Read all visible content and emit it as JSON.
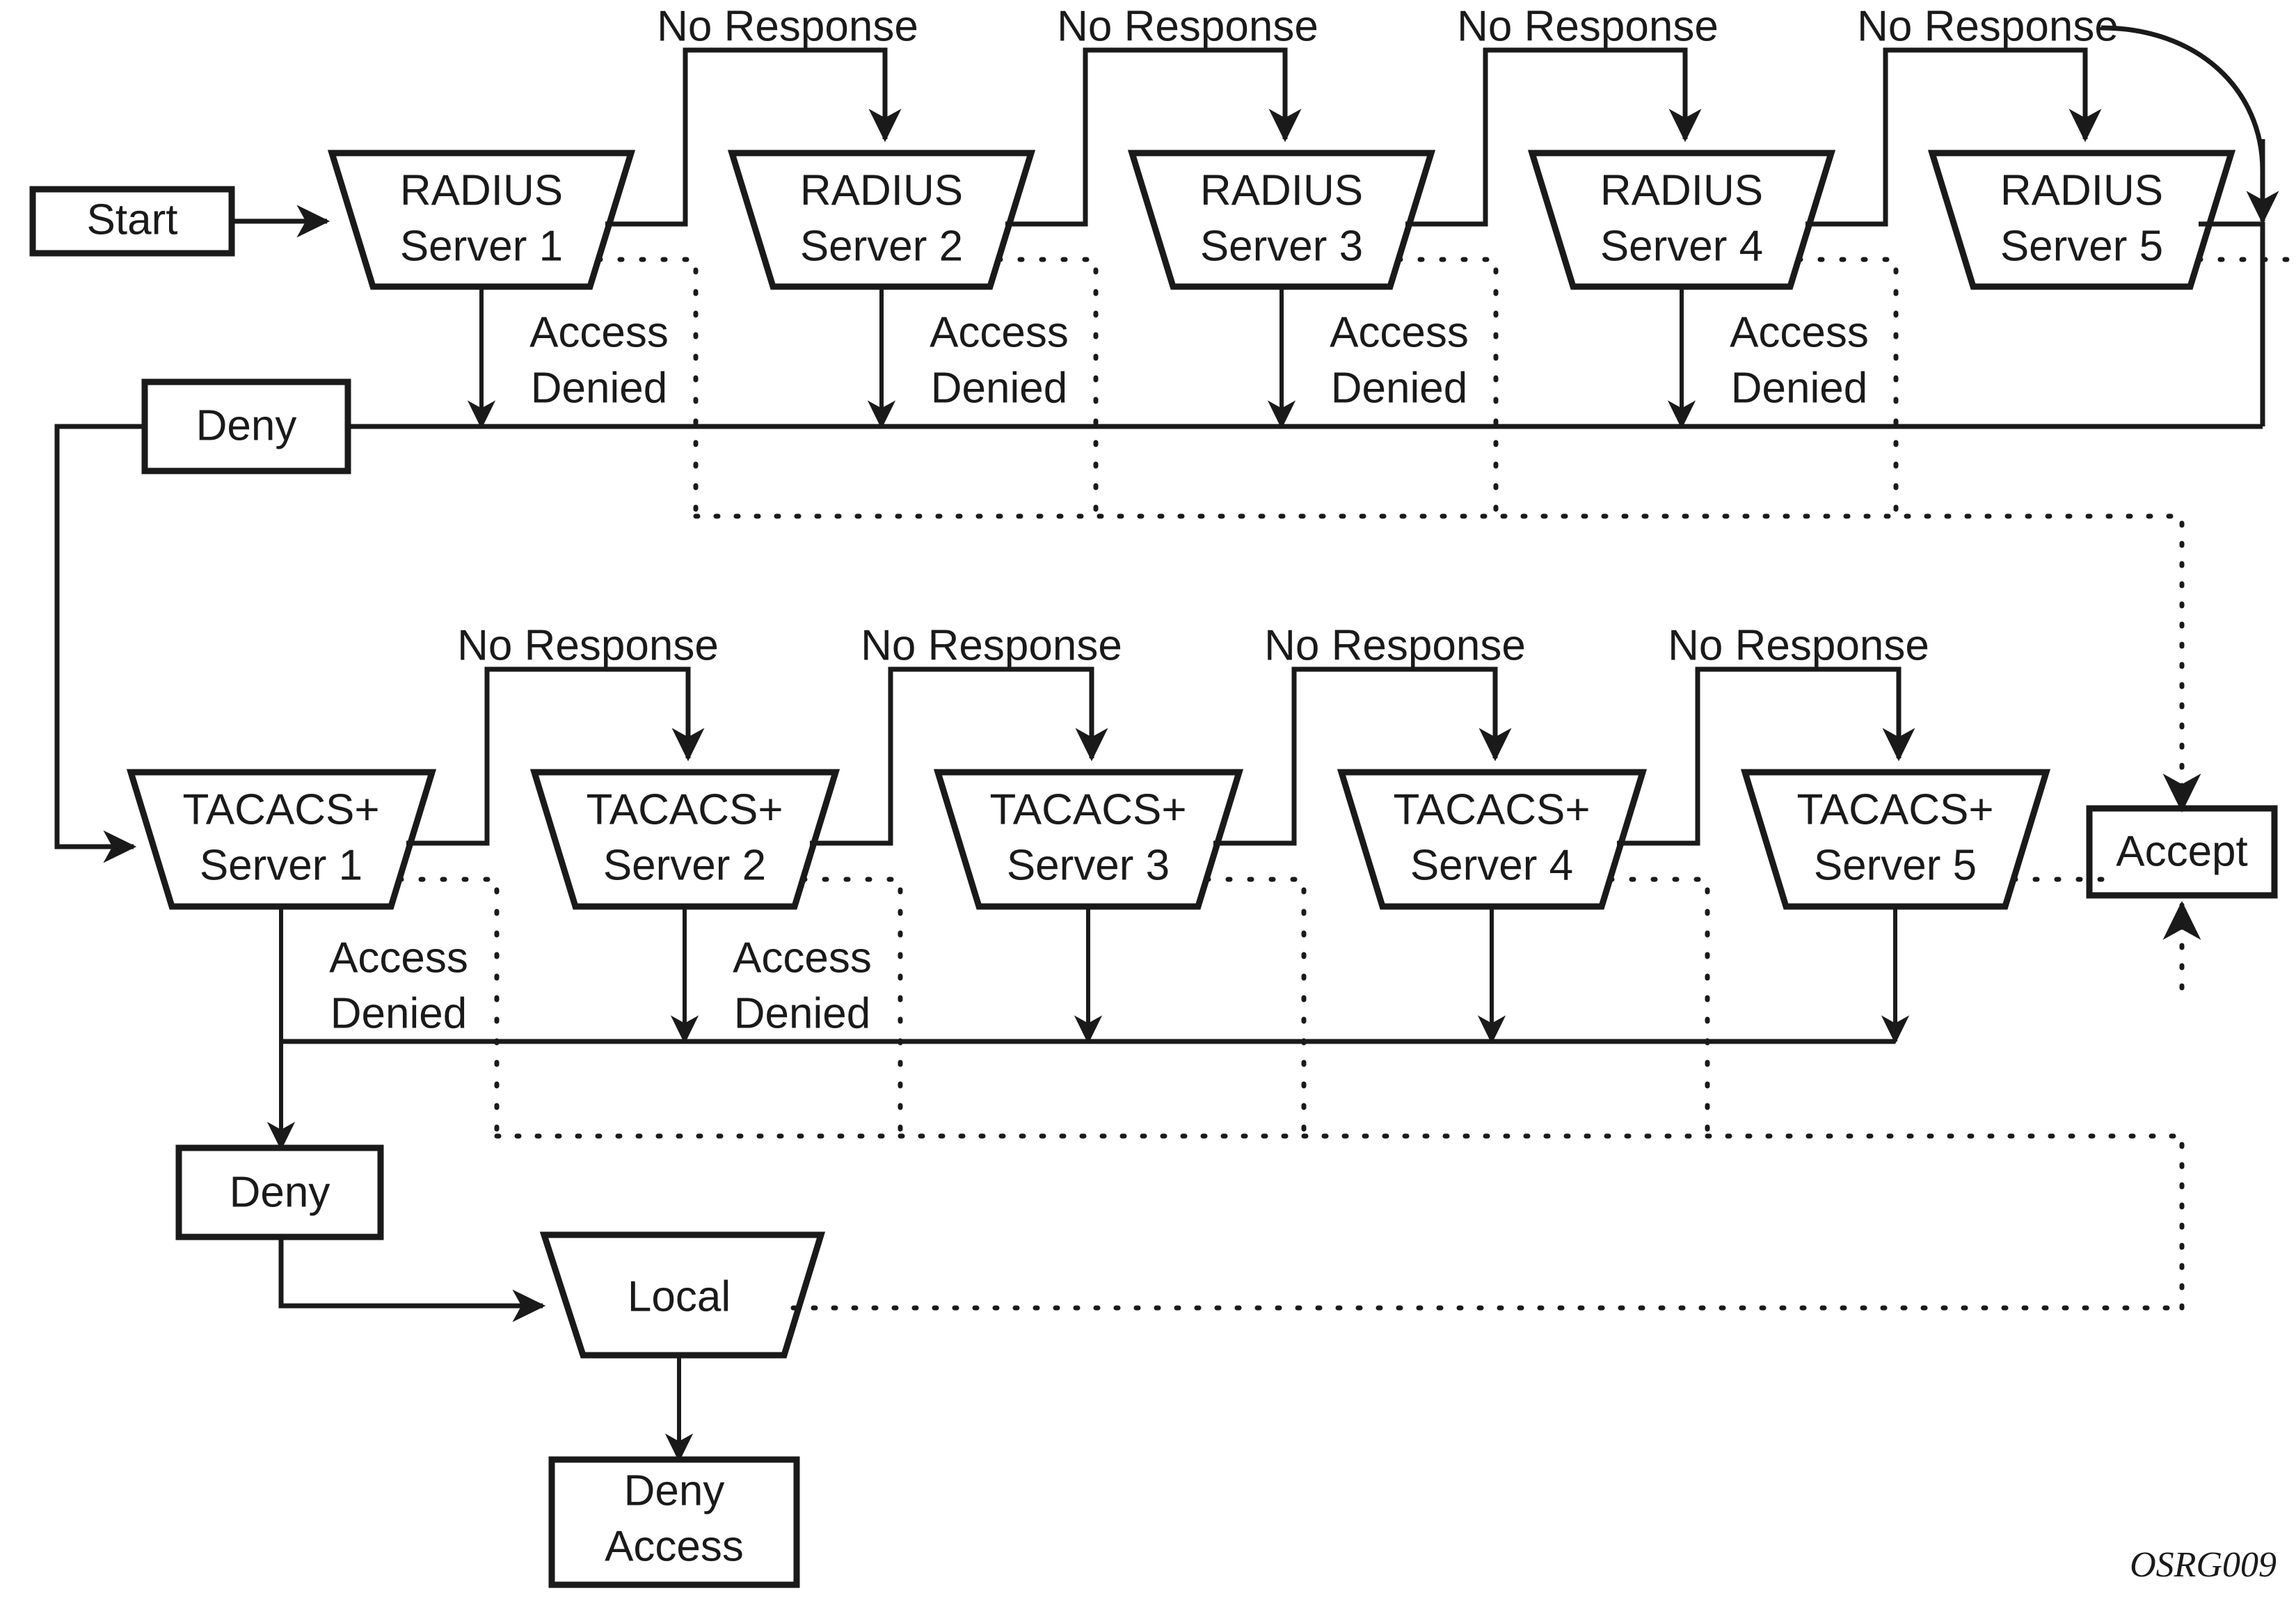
{
  "figure": {
    "id_label": "OSRG009",
    "colors": {
      "ink": "#1a1a1a",
      "paper": "#ffffff"
    }
  },
  "nodes": {
    "start": "Start",
    "deny_radius": "Deny",
    "deny_tacacs": "Deny",
    "accept": "Accept",
    "local": "Local",
    "deny_access": "Deny\nAccess",
    "deny_access_line1": "Deny",
    "deny_access_line2": "Access"
  },
  "radius_servers": [
    {
      "line1": "RADIUS",
      "line2": "Server 1"
    },
    {
      "line1": "RADIUS",
      "line2": "Server 2"
    },
    {
      "line1": "RADIUS",
      "line2": "Server 3"
    },
    {
      "line1": "RADIUS",
      "line2": "Server 4"
    },
    {
      "line1": "RADIUS",
      "line2": "Server 5"
    }
  ],
  "tacacs_servers": [
    {
      "line1": "TACACS+",
      "line2": "Server 1"
    },
    {
      "line1": "TACACS+",
      "line2": "Server 2"
    },
    {
      "line1": "TACACS+",
      "line2": "Server 3"
    },
    {
      "line1": "TACACS+",
      "line2": "Server 4"
    },
    {
      "line1": "TACACS+",
      "line2": "Server 5"
    }
  ],
  "edge_labels": {
    "no_response": "No Response",
    "access_denied_line1": "Access",
    "access_denied_line2": "Denied",
    "radius_no_response": [
      "No Response",
      "No Response",
      "No Response",
      "No Response"
    ],
    "radius_access_denied": [
      {
        "l1": "Access",
        "l2": "Denied"
      },
      {
        "l1": "Access",
        "l2": "Denied"
      },
      {
        "l1": "Access",
        "l2": "Denied"
      },
      {
        "l1": "Access",
        "l2": "Denied"
      }
    ],
    "tacacs_no_response": [
      "No Response",
      "No Response",
      "No Response",
      "No Response"
    ],
    "tacacs_access_denied": [
      {
        "l1": "Access",
        "l2": "Denied"
      },
      {
        "l1": "Access",
        "l2": "Denied"
      }
    ]
  }
}
